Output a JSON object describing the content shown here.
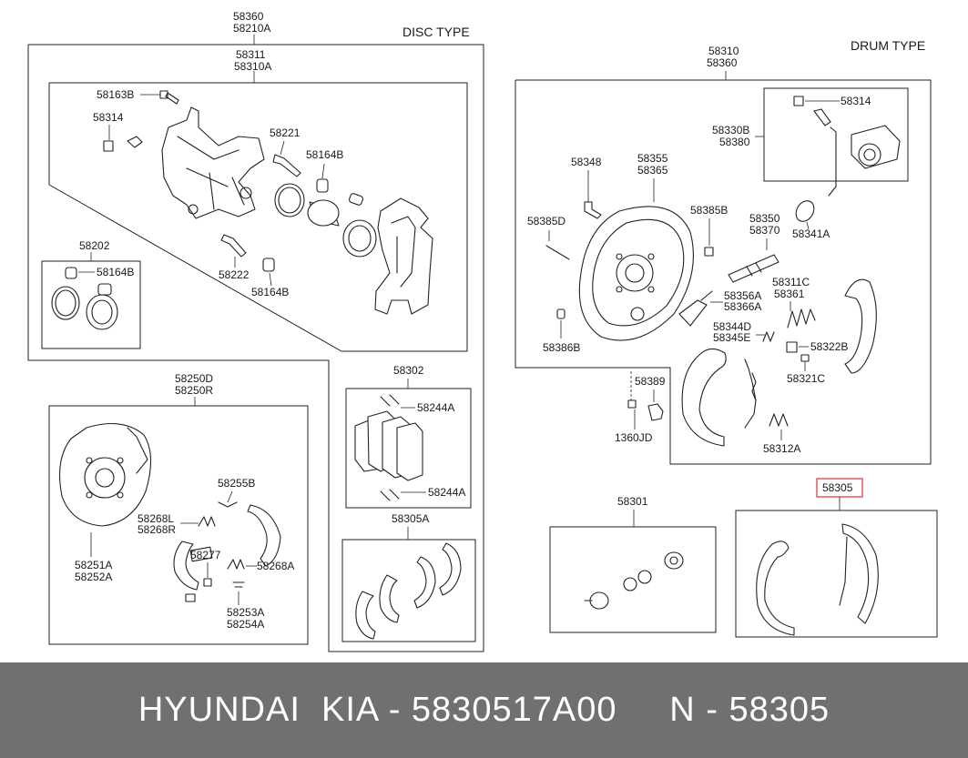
{
  "headers": {
    "disc_type": "DISC TYPE",
    "drum_type": "DRUM TYPE"
  },
  "labels": {
    "l58360a": "58360",
    "l58210a": "58210A",
    "l58311": "58311",
    "l58310a": "58310A",
    "l58163b": "58163B",
    "l58314a": "58314",
    "l58221": "58221",
    "l58164b1": "58164B",
    "l58202": "58202",
    "l58164b2": "58164B",
    "l58222": "58222",
    "l58164b3": "58164B",
    "l58250d": "58250D",
    "l58250r": "58250R",
    "l58255b": "58255B",
    "l58268l": "58268L",
    "l58268r": "58268R",
    "l58277": "58277",
    "l58268a": "58268A",
    "l58251a": "58251A",
    "l58252a": "58252A",
    "l58253a": "58253A",
    "l58254a": "58254A",
    "l58302": "58302",
    "l58244a1": "58244A",
    "l58244a2": "58244A",
    "l58305a": "58305A",
    "l58310": "58310",
    "l58360b": "58360",
    "l58314b": "58314",
    "l58330b": "58330B",
    "l58380": "58380",
    "l58348": "58348",
    "l58355": "58355",
    "l58365": "58365",
    "l58385b": "58385B",
    "l58350": "58350",
    "l58370": "58370",
    "l58341a": "58341A",
    "l58385d": "58385D",
    "l58356a": "58356A",
    "l58366a": "58366A",
    "l58311c": "58311C",
    "l58361": "58361",
    "l58344d": "58344D",
    "l58345e": "58345E",
    "l58322b": "58322B",
    "l58386b": "58386B",
    "l58321c": "58321C",
    "l58389": "58389",
    "l1360jd": "1360JD",
    "l58312a": "58312A",
    "l58301": "58301",
    "l58305": "58305"
  },
  "highlight_color": "#e05050",
  "footer": {
    "text": "HYUNDAI  KIA - 5830517A00     N - 58305"
  }
}
